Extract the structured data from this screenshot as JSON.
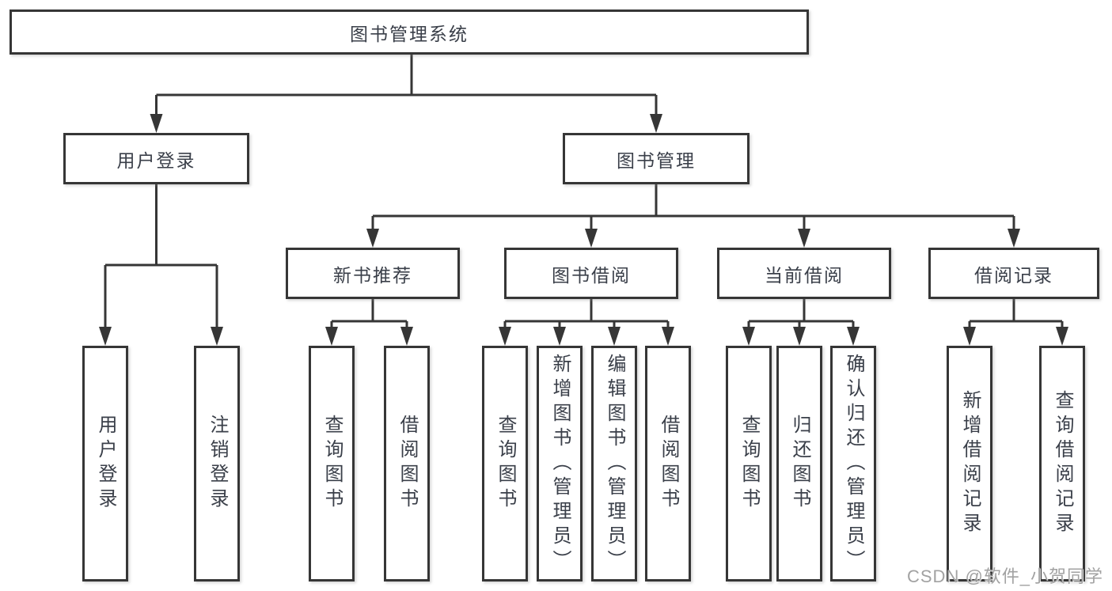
{
  "diagram": {
    "type": "hierarchy",
    "root": {
      "label": "图书管理系统"
    },
    "user_login": {
      "label": "用户登录",
      "children": {
        "login": {
          "label": "用户登录"
        },
        "logout": {
          "label": "注销登录"
        }
      }
    },
    "book_mgmt": {
      "label": "图书管理",
      "children": {
        "new_books": {
          "label": "新书推荐",
          "children": {
            "query": {
              "label": "查询图书"
            },
            "borrow": {
              "label": "借阅图书"
            }
          }
        },
        "book_borrow": {
          "label": "图书借阅",
          "children": {
            "query": {
              "label": "查询图书"
            },
            "add": {
              "label": "新增图书（管理员）"
            },
            "edit": {
              "label": "编辑图书（管理员）"
            },
            "borrow": {
              "label": "借阅图书"
            }
          }
        },
        "current_borrow": {
          "label": "当前借阅",
          "children": {
            "query": {
              "label": "查询图书"
            },
            "return": {
              "label": "归还图书"
            },
            "confirm": {
              "label": "确认归还（管理员）"
            }
          }
        },
        "borrow_records": {
          "label": "借阅记录",
          "children": {
            "add": {
              "label": "新增借阅记录"
            },
            "query": {
              "label": "查询借阅记录"
            }
          }
        }
      }
    }
  },
  "colors": {
    "line": "#363636",
    "border": "#363636",
    "text": "#3a3f49",
    "background": "#ffffff",
    "watermark": "#a2a2a2"
  },
  "watermark": {
    "text": "CSDN @软件_小贺同学"
  }
}
